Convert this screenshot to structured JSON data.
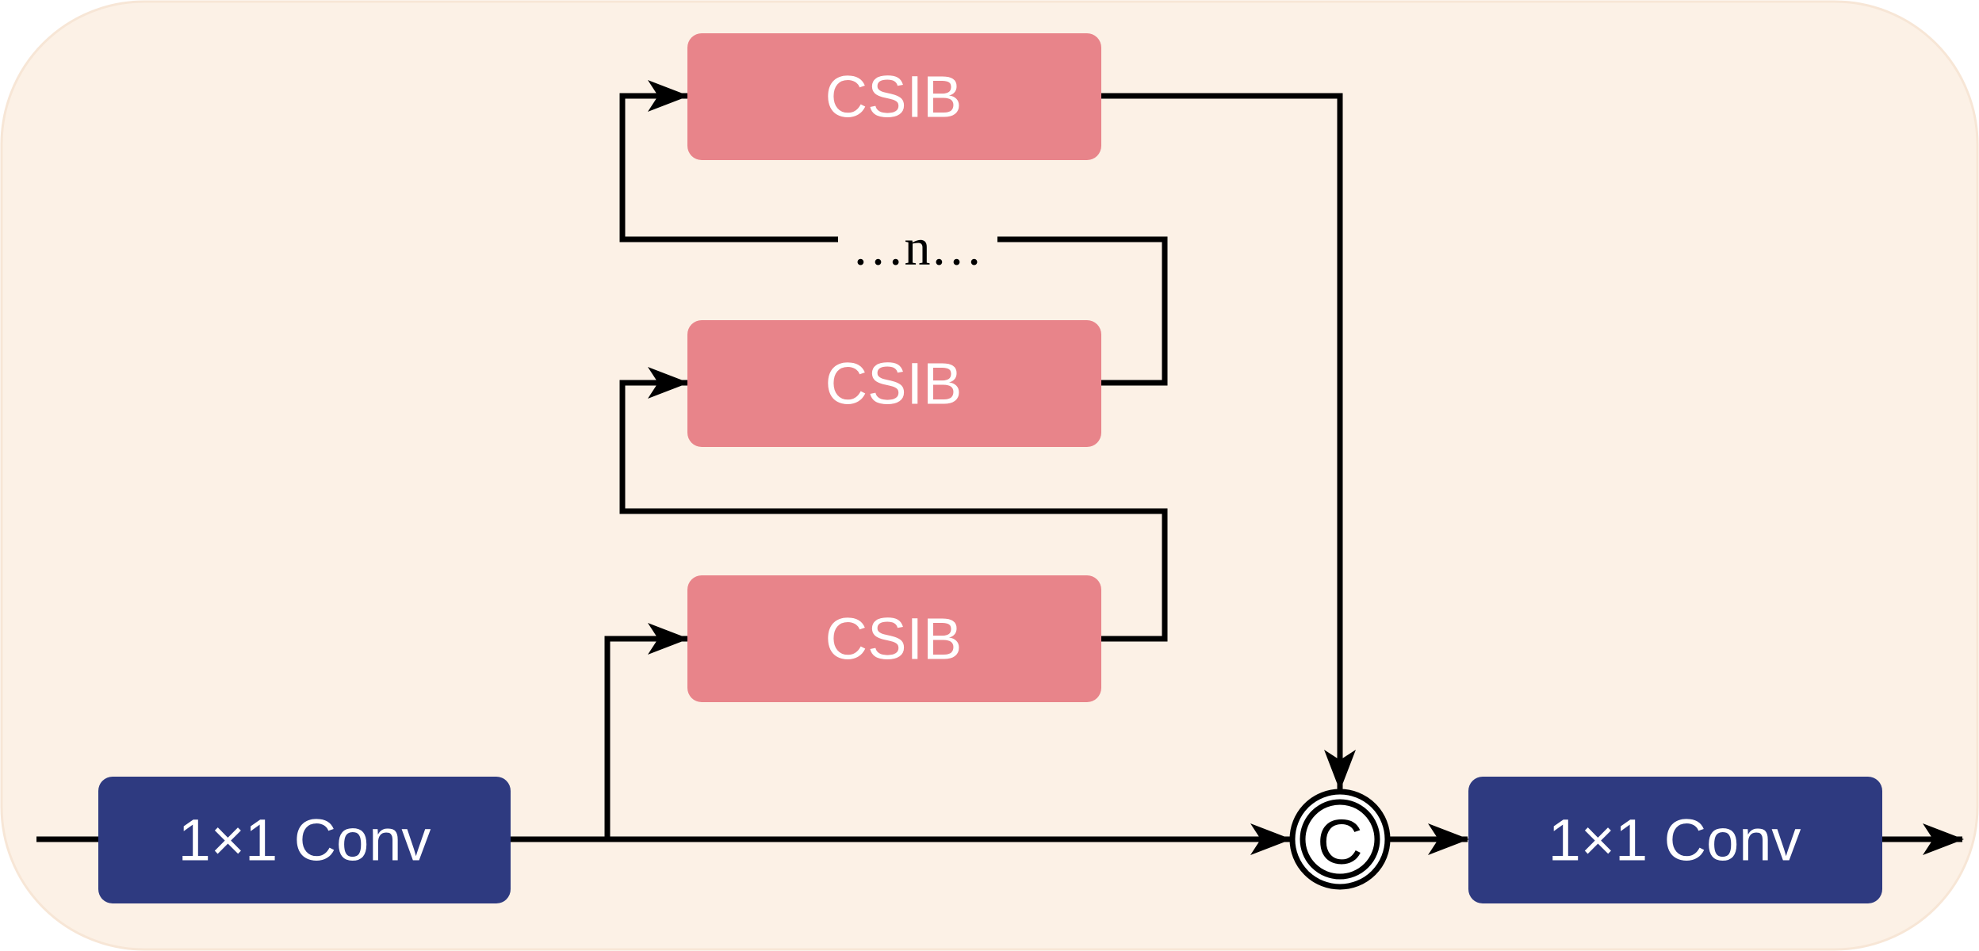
{
  "colors": {
    "panel_background": "#fcf1e6",
    "csib_fill": "#e8848a",
    "conv_fill": "#2e3a80",
    "line": "#000000",
    "label_text": "#ffffff"
  },
  "blocks": {
    "conv_in": {
      "label": "1×1 Conv"
    },
    "csib_bottom": {
      "label": "CSIB"
    },
    "csib_middle": {
      "label": "CSIB"
    },
    "csib_top": {
      "label": "CSIB"
    },
    "conv_out": {
      "label": "1×1 Conv"
    }
  },
  "repeat_label": "…n…",
  "concat_symbol": "C"
}
